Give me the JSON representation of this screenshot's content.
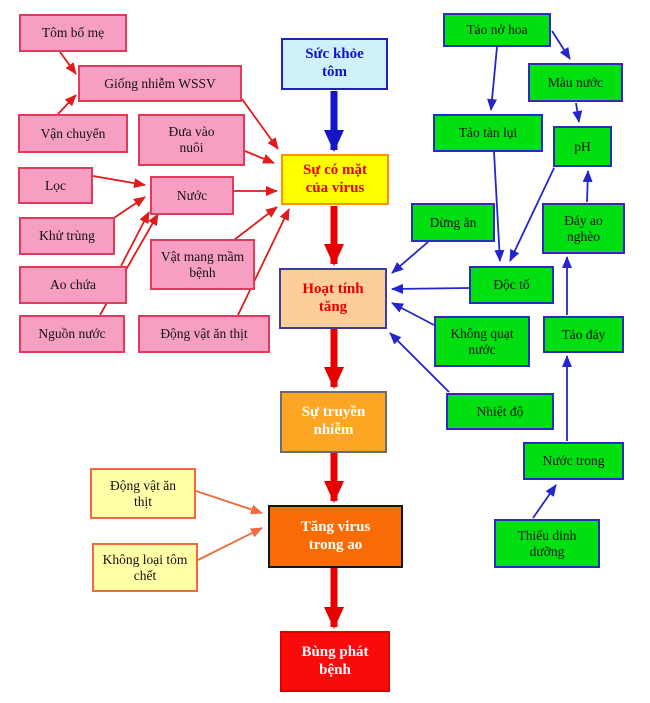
{
  "diagram": {
    "nodes": {
      "tom_bo_me": {
        "label": "Tôm bố mẹ"
      },
      "giong_nhiem_wssv": {
        "label": "Giống nhiễm WSSV"
      },
      "van_chuyen": {
        "label": "Vận chuyển"
      },
      "dua_vao_nuoi": {
        "label": "Đưa vào nuôi"
      },
      "loc": {
        "label": "Lọc"
      },
      "nuoc": {
        "label": "Nước"
      },
      "khu_trung": {
        "label": "Khử trùng"
      },
      "vat_mang_mam_benh": {
        "label": "Vật mang mầm bệnh"
      },
      "ao_chua": {
        "label": "Ao chứa"
      },
      "nguon_nuoc": {
        "label": "Nguồn nước"
      },
      "dong_vat_an_thit_pink": {
        "label": "Động vật ăn thịt"
      },
      "suc_khoe_tom": {
        "label": "Sức khỏe tôm"
      },
      "su_co_mat_cua_virus": {
        "label": "Sự có mặt của virus"
      },
      "hoat_tinh_tang": {
        "label": "Hoạt tính tăng"
      },
      "su_truyen_nhiem": {
        "label": "Sự truyền nhiễm"
      },
      "tang_virus_trong_ao": {
        "label": "Tăng virus trong ao"
      },
      "bung_phat_benh": {
        "label": "Bùng phát bệnh"
      },
      "dong_vat_an_thit_yellow": {
        "label": "Động vật ăn thịt"
      },
      "khong_loai_tom_chet": {
        "label": "Không loại tôm chết"
      },
      "tao_no_hoa": {
        "label": "Tảo nở hoa"
      },
      "mau_nuoc": {
        "label": "Màu nước"
      },
      "tao_tan_lui": {
        "label": "Tảo tàn lụi"
      },
      "ph": {
        "label": "pH"
      },
      "dung_an": {
        "label": "Dừng ăn"
      },
      "day_ao_ngheo": {
        "label": "Đáy ao nghèo"
      },
      "doc_to": {
        "label": "Độc tố"
      },
      "khong_quat_nuoc": {
        "label": "Không quạt nước"
      },
      "tao_day": {
        "label": "Tảo đáy"
      },
      "nhiet_do": {
        "label": "Nhiệt độ"
      },
      "nuoc_trong": {
        "label": "Nước trong"
      },
      "thieu_dinh_duong": {
        "label": "Thiếu dinh dưỡng"
      }
    },
    "edges": [
      {
        "from": "tom_bo_me",
        "to": "giong_nhiem_wssv",
        "color": "red"
      },
      {
        "from": "van_chuyen",
        "to": "giong_nhiem_wssv",
        "color": "red"
      },
      {
        "from": "giong_nhiem_wssv",
        "to": "su_co_mat_cua_virus",
        "color": "red"
      },
      {
        "from": "dua_vao_nuoi",
        "to": "su_co_mat_cua_virus",
        "color": "red"
      },
      {
        "from": "loc",
        "to": "nuoc",
        "color": "red"
      },
      {
        "from": "khu_trung",
        "to": "nuoc",
        "color": "red"
      },
      {
        "from": "ao_chua",
        "to": "nuoc",
        "color": "red"
      },
      {
        "from": "nguon_nuoc",
        "to": "nuoc",
        "color": "red"
      },
      {
        "from": "nuoc",
        "to": "su_co_mat_cua_virus",
        "color": "red"
      },
      {
        "from": "vat_mang_mam_benh",
        "to": "su_co_mat_cua_virus",
        "color": "red"
      },
      {
        "from": "dong_vat_an_thit_pink",
        "to": "su_co_mat_cua_virus",
        "color": "red"
      },
      {
        "from": "suc_khoe_tom",
        "to": "su_co_mat_cua_virus",
        "color": "blue-thick"
      },
      {
        "from": "su_co_mat_cua_virus",
        "to": "hoat_tinh_tang",
        "color": "red-thick"
      },
      {
        "from": "hoat_tinh_tang",
        "to": "su_truyen_nhiem",
        "color": "red-thick"
      },
      {
        "from": "su_truyen_nhiem",
        "to": "tang_virus_trong_ao",
        "color": "red-thick"
      },
      {
        "from": "tang_virus_trong_ao",
        "to": "bung_phat_benh",
        "color": "red-thick"
      },
      {
        "from": "dong_vat_an_thit_yellow",
        "to": "tang_virus_trong_ao",
        "color": "orange"
      },
      {
        "from": "khong_loai_tom_chet",
        "to": "tang_virus_trong_ao",
        "color": "orange"
      },
      {
        "from": "tao_no_hoa",
        "to": "tao_tan_lui",
        "color": "blue"
      },
      {
        "from": "tao_no_hoa",
        "to": "mau_nuoc",
        "color": "blue"
      },
      {
        "from": "mau_nuoc",
        "to": "ph",
        "color": "blue"
      },
      {
        "from": "tao_tan_lui",
        "to": "doc_to",
        "color": "blue"
      },
      {
        "from": "ph",
        "to": "doc_to",
        "color": "blue"
      },
      {
        "from": "day_ao_ngheo",
        "to": "ph",
        "color": "blue"
      },
      {
        "from": "tao_day",
        "to": "day_ao_ngheo",
        "color": "blue"
      },
      {
        "from": "nuoc_trong",
        "to": "tao_day",
        "color": "blue"
      },
      {
        "from": "thieu_dinh_duong",
        "to": "nuoc_trong",
        "color": "blue"
      },
      {
        "from": "dung_an",
        "to": "hoat_tinh_tang",
        "color": "blue"
      },
      {
        "from": "doc_to",
        "to": "hoat_tinh_tang",
        "color": "blue"
      },
      {
        "from": "khong_quat_nuoc",
        "to": "hoat_tinh_tang",
        "color": "blue"
      },
      {
        "from": "nhiet_do",
        "to": "hoat_tinh_tang",
        "color": "blue"
      }
    ],
    "colors": {
      "pink_fill": "#F79FC3",
      "pink_border": "#E03A5C",
      "green_fill": "#00DF10",
      "green_border": "#2B2BC0",
      "note_fill": "#FFFFA8",
      "note_border": "#EF6A3C",
      "health_fill": "#CFF2FA",
      "health_text": "#1111CC",
      "virus_fill": "#FFFF00",
      "virus_border": "#FF9100",
      "activity_fill": "#FDCD9C",
      "activity_border": "#3C3CA0",
      "transmission_fill": "#FCA623",
      "increase_fill": "#F96B07",
      "outbreak_fill": "#FA0A0A",
      "red_arrow": "#E11B1B",
      "blue_arrow": "#2525CC",
      "orange_arrow": "#EF6A3C"
    }
  }
}
